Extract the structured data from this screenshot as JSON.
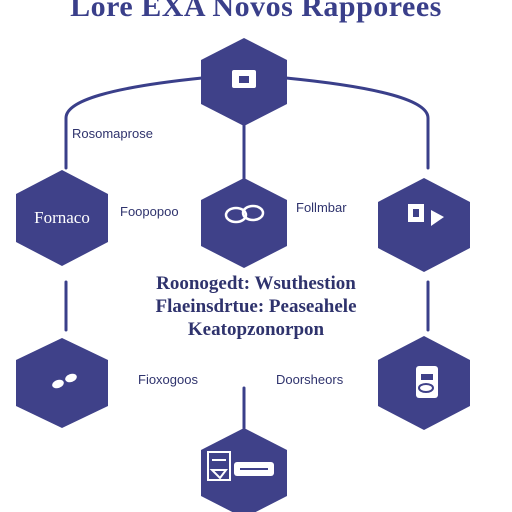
{
  "title": "Lore EXA Novos Rapporees",
  "colors": {
    "hex_fill": "#3f4189",
    "line": "#3a3f8a",
    "text": "#2f336d",
    "background": "#ffffff"
  },
  "nodes": [
    {
      "id": "top",
      "icon": "image-icon",
      "text": ""
    },
    {
      "id": "left",
      "icon": "",
      "text": "Fornaco"
    },
    {
      "id": "middle",
      "icon": "link-icon",
      "text": ""
    },
    {
      "id": "right",
      "icon": "play-icon",
      "text": ""
    },
    {
      "id": "bottom-left",
      "icon": "pill-icon",
      "text": ""
    },
    {
      "id": "bottom-right",
      "icon": "phone-icon",
      "text": ""
    },
    {
      "id": "bottom",
      "icon": "device-icon",
      "text": ""
    }
  ],
  "labels": {
    "top_left": "Rosomaprose",
    "middle_left": "Foopopoo",
    "middle_right": "Follmbar",
    "bottom_left": "Fioxogoos",
    "bottom_right": "Doorsheors"
  },
  "center_text": [
    "Roonogedt: Wsuthestion",
    "Flaeinsdrtue: Peaseahele",
    "Keatopzonorpon"
  ]
}
